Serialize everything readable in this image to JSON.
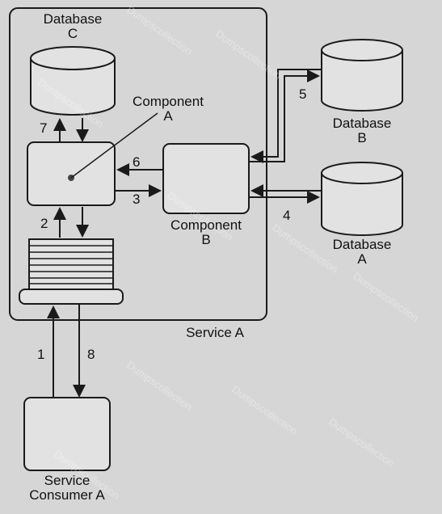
{
  "labels": {
    "database_c": [
      "Database",
      "C"
    ],
    "component_a": [
      "Component",
      "A"
    ],
    "component_b": [
      "Component",
      "B"
    ],
    "database_b": [
      "Database",
      "B"
    ],
    "database_a": [
      "Database",
      "A"
    ],
    "service_a": "Service A",
    "service_consumer": [
      "Service",
      "Consumer A"
    ]
  },
  "steps": {
    "s1": "1",
    "s2": "2",
    "s3": "3",
    "s4": "4",
    "s5": "5",
    "s6": "6",
    "s7": "7",
    "s8": "8"
  },
  "watermark": "Dumpscollection",
  "colors": {
    "line": "#1a1a1a",
    "fill": "#e2e2e2",
    "background": "#d6d6d6"
  }
}
